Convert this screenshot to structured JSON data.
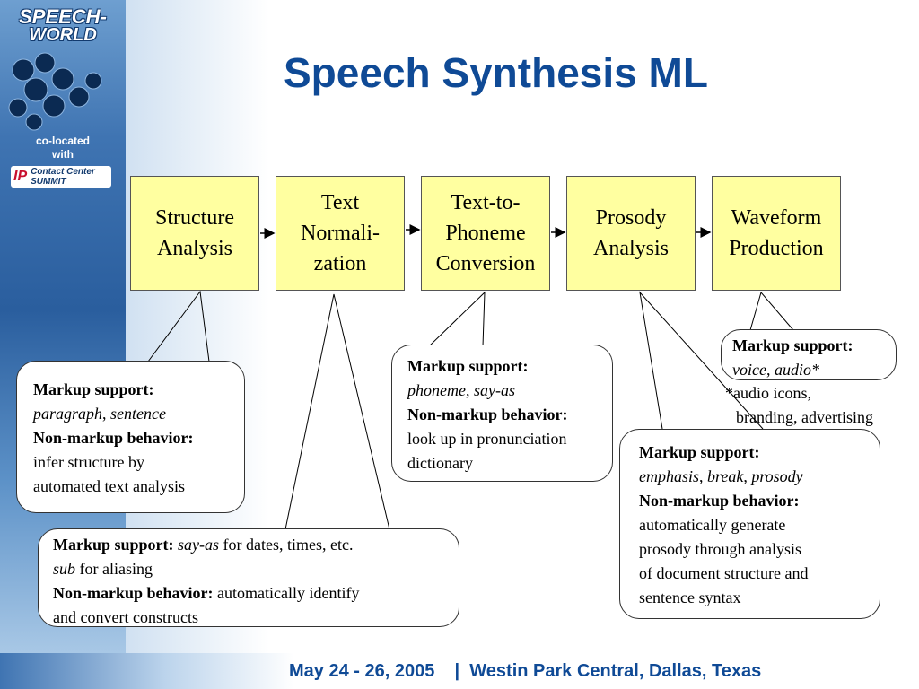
{
  "title": "Speech Synthesis ML",
  "logo": {
    "line1": "SPEECH-",
    "line2": "WORLD"
  },
  "colocated": {
    "line1": "co-located",
    "line2": "with",
    "badge_ip": "IP",
    "badge_text": "Contact Center SUMMIT"
  },
  "pipeline": [
    {
      "label": "Structure\nAnalysis"
    },
    {
      "label": "Text\nNormali-\nzation"
    },
    {
      "label": "Text-to-\nPhoneme\nConversion"
    },
    {
      "label": "Prosody\nAnalysis"
    },
    {
      "label": "Waveform\nProduction"
    }
  ],
  "callouts": {
    "structure": {
      "ms_label": "Markup support:",
      "ms_a": "paragraph",
      "sep": ", ",
      "ms_b": "sentence",
      "nm_label": "Non-markup behavior:",
      "nm_line1": "infer structure by",
      "nm_line2": "automated text analysis"
    },
    "normalization": {
      "ms_label": "Markup support:",
      "ms_tag1": "say-as",
      "ms_text1": " for dates, times, etc.",
      "ms_tag2": "sub",
      "ms_text2": " for aliasing",
      "nm_label": "Non-markup behavior:",
      "nm_text": " automatically identify",
      "nm_line2": "and convert constructs"
    },
    "phoneme": {
      "ms_label": "Markup support:",
      "ms_a": "phoneme",
      "sep": ", ",
      "ms_b": "say-as",
      "nm_label": "Non-markup behavior:",
      "nm_line1": "look up in pronunciation",
      "nm_line2": "dictionary"
    },
    "prosody": {
      "ms_label": "Markup support:",
      "ms_a": "emphasis",
      "sep1": ", ",
      "ms_b": "break",
      "sep2": ", ",
      "ms_c": "prosody",
      "nm_label": "Non-markup behavior:",
      "nm_line1": "automatically generate",
      "nm_line2": "prosody through analysis",
      "nm_line3": "of document structure and",
      "nm_line4": "sentence syntax"
    },
    "waveform": {
      "ms_label": "Markup support:",
      "ms_a": "voice",
      "sep": ", ",
      "ms_b": "audio*",
      "note_line1": "*audio icons,",
      "note_line2": "branding, advertising"
    }
  },
  "footer": "May 24 - 26, 2005    |  Westin Park Central, Dallas, Texas"
}
